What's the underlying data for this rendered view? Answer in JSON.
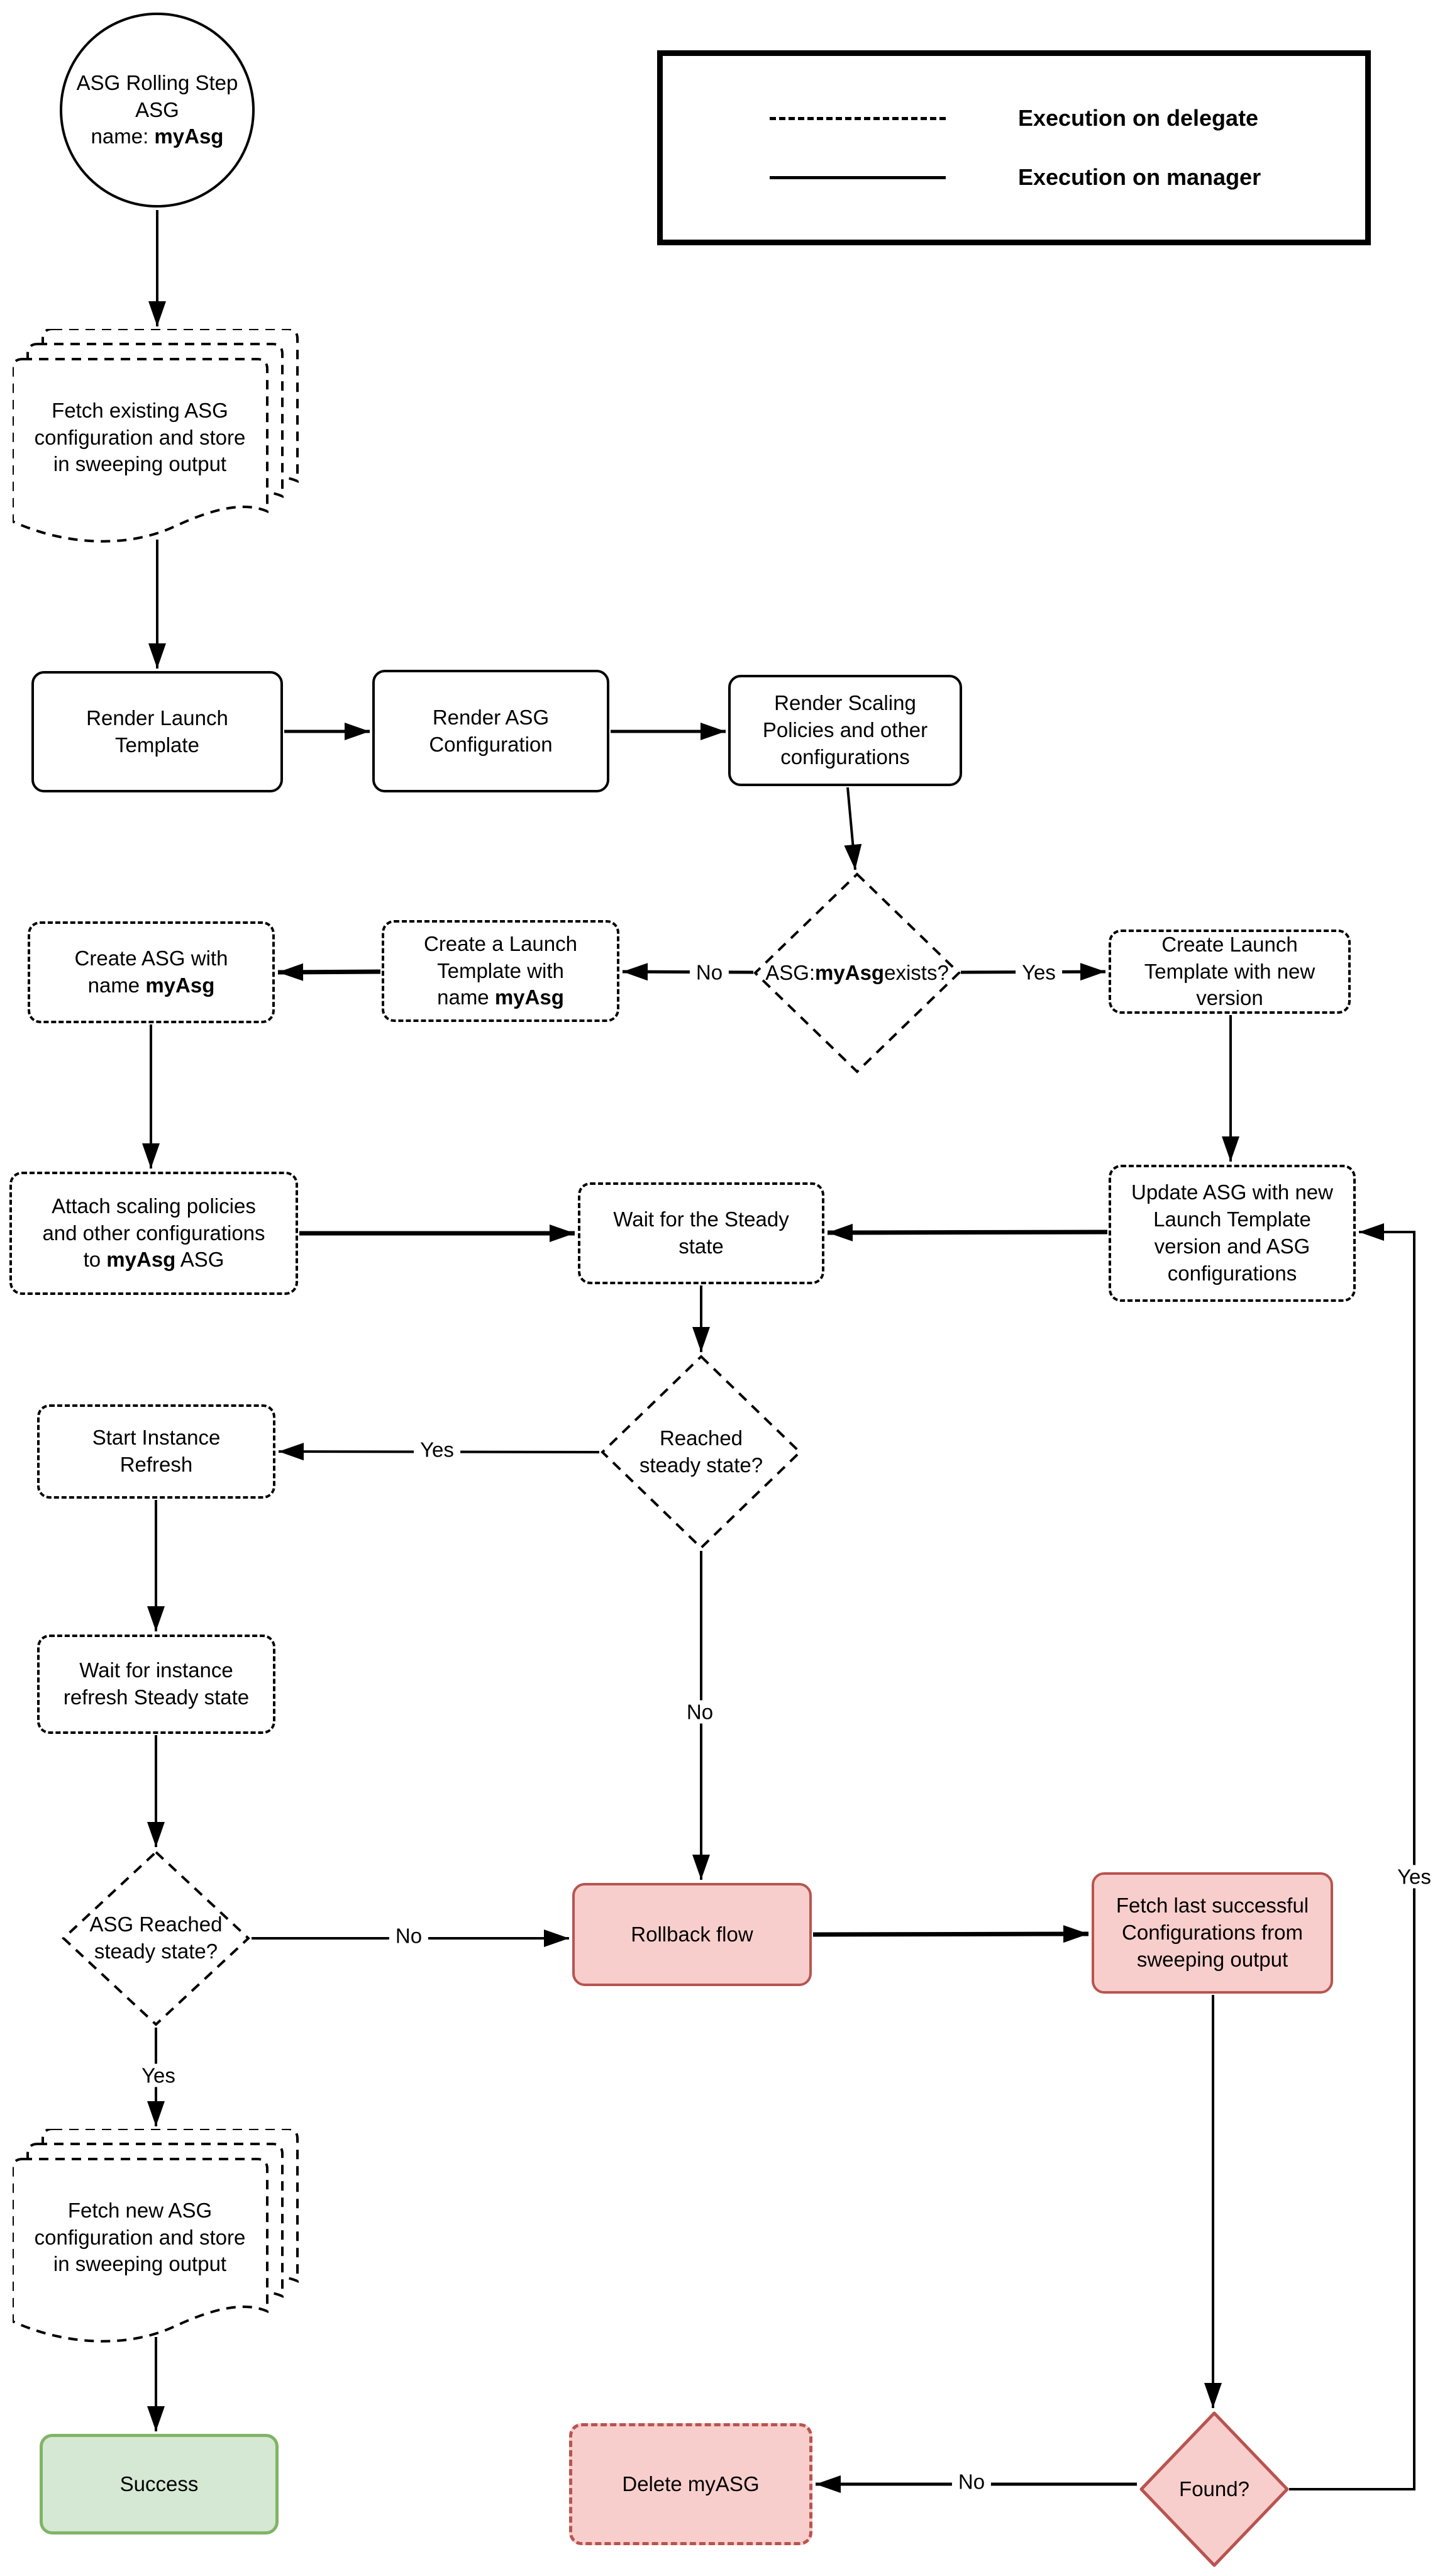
{
  "legend": {
    "items": [
      {
        "line_style": "dashed",
        "label": "Execution on delegate"
      },
      {
        "line_style": "solid",
        "label": "Execution on manager"
      }
    ]
  },
  "colors": {
    "line": "#000000",
    "danger_fill": "#f8cecc",
    "danger_stroke": "#b85450",
    "success_fill": "#d5e8d4",
    "success_stroke": "#82b366"
  },
  "nodes": {
    "start": {
      "segments": [
        {
          "t": "ASG Rolling Step\nASG\nname: "
        },
        {
          "t": "myAsg",
          "b": true
        }
      ]
    },
    "fetch_existing": {
      "segments": [
        {
          "t": "Fetch existing ASG\nconfiguration and store\nin sweeping output"
        }
      ]
    },
    "render_launch_template": {
      "segments": [
        {
          "t": "Render Launch\nTemplate"
        }
      ]
    },
    "render_asg_config": {
      "segments": [
        {
          "t": "Render ASG\nConfiguration"
        }
      ]
    },
    "render_scaling": {
      "segments": [
        {
          "t": "Render Scaling\nPolicies and other\nconfigurations"
        }
      ]
    },
    "asg_exists_decision": {
      "segments": [
        {
          "t": "ASG:\n"
        },
        {
          "t": "myAsg",
          "b": true
        },
        {
          "t": " exists?"
        }
      ]
    },
    "create_lt_named": {
      "segments": [
        {
          "t": "Create a Launch\nTemplate with\nname "
        },
        {
          "t": "myAsg",
          "b": true
        }
      ]
    },
    "create_asg": {
      "segments": [
        {
          "t": "Create ASG with\nname "
        },
        {
          "t": "myAsg",
          "b": true
        }
      ]
    },
    "create_lt_new": {
      "segments": [
        {
          "t": "Create Launch\nTemplate with new\nversion"
        }
      ]
    },
    "attach_scaling": {
      "segments": [
        {
          "t": "Attach scaling policies\nand other configurations\nto "
        },
        {
          "t": "myAsg",
          "b": true
        },
        {
          "t": " ASG"
        }
      ]
    },
    "wait_steady": {
      "segments": [
        {
          "t": "Wait for the Steady\nstate"
        }
      ]
    },
    "update_asg": {
      "segments": [
        {
          "t": "Update ASG with new\nLaunch Template\nversion and ASG\nconfigurations"
        }
      ]
    },
    "reached_decision": {
      "segments": [
        {
          "t": "Reached\nsteady state?"
        }
      ]
    },
    "start_instance_refresh": {
      "segments": [
        {
          "t": "Start Instance\nRefresh"
        }
      ]
    },
    "wait_instance_refresh": {
      "segments": [
        {
          "t": "Wait for instance\nrefresh Steady state"
        }
      ]
    },
    "asg_reached_decision": {
      "segments": [
        {
          "t": "ASG Reached\nsteady state?"
        }
      ]
    },
    "rollback_flow": {
      "segments": [
        {
          "t": "Rollback flow"
        }
      ]
    },
    "fetch_last_successful": {
      "segments": [
        {
          "t": "Fetch last successful\nConfigurations from\nsweeping output"
        }
      ]
    },
    "fetch_new_config": {
      "segments": [
        {
          "t": "Fetch new ASG\nconfiguration and store\nin sweeping output"
        }
      ]
    },
    "success": {
      "segments": [
        {
          "t": "Success"
        }
      ]
    },
    "delete_myasg": {
      "segments": [
        {
          "t": "Delete myASG"
        }
      ]
    },
    "found_decision": {
      "segments": [
        {
          "t": "Found?"
        }
      ]
    }
  },
  "edge_labels": {
    "asg_exists_no": "No",
    "asg_exists_yes": "Yes",
    "reached_yes": "Yes",
    "reached_no": "No",
    "asg_reached_no": "No",
    "asg_reached_yes": "Yes",
    "found_no": "No",
    "found_yes": "Yes"
  }
}
